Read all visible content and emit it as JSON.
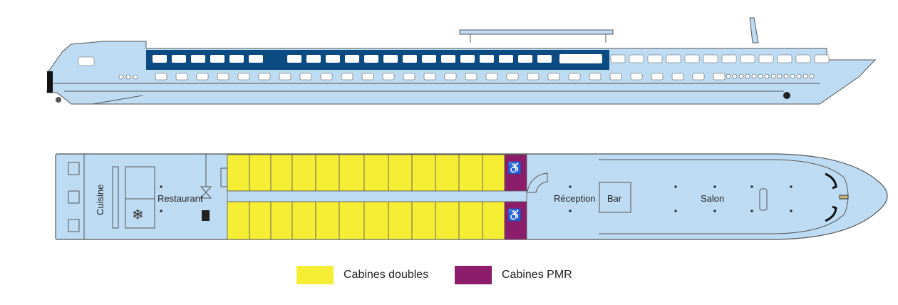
{
  "deck_plan": {
    "rooms": {
      "kitchen": "Cuisine",
      "restaurant": "Restaurant",
      "reception": "Réception",
      "bar": "Bar",
      "lounge": "Salon"
    },
    "cabins_per_row": 12,
    "accessible_cabins": 2
  },
  "legend": [
    {
      "label": "Cabines doubles",
      "color": "#f5ee35"
    },
    {
      "label": "Cabines PMR",
      "color": "#8b1d6b"
    }
  ],
  "colors": {
    "hull": "#bddcf3",
    "band": "#0c4a82",
    "outline": "#555555"
  }
}
